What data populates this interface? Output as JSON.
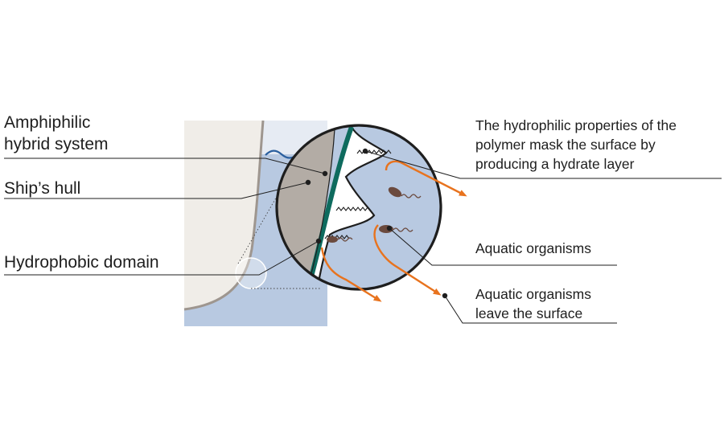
{
  "diagram": {
    "labels": {
      "amphiphilic": [
        "Amphiphilic",
        "hybrid system"
      ],
      "ships_hull": "Ship’s hull",
      "hydrophobic_domain": "Hydrophobic domain",
      "hydrophilic_note": [
        "The hydrophilic properties of the",
        "polymer mask the surface by",
        "producing a hydrate layer"
      ],
      "aquatic_organisms": "Aquatic organisms",
      "organisms_leave": [
        "Aquatic organisms",
        "leave the surface"
      ]
    },
    "colors": {
      "water": "#b8c9e1",
      "water_light": "#e6ebf3",
      "hull": "#f0ede8",
      "hull_edge": "#9e968f",
      "hull_band": "#b3aca5",
      "polymer": "#0e6b5e",
      "arrow": "#e8731e",
      "organism": "#6b4a3e",
      "wave": "#2a5f9e",
      "line": "#1e1e1e"
    }
  }
}
